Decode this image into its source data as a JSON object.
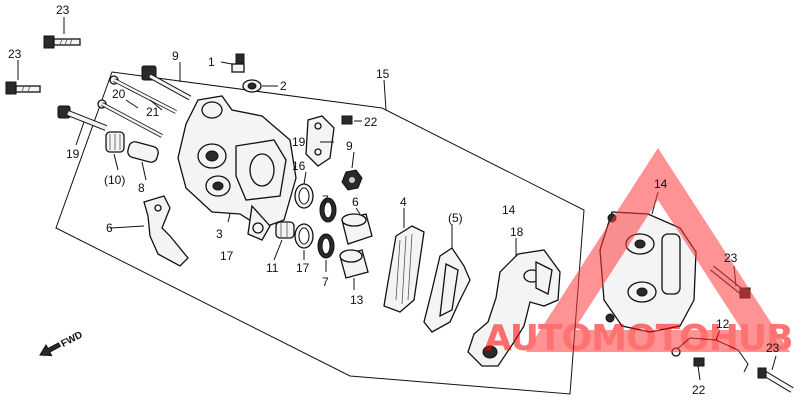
{
  "callouts": [
    {
      "id": "c1",
      "text": "1"
    },
    {
      "id": "c2",
      "text": "2"
    },
    {
      "id": "c3",
      "text": "3"
    },
    {
      "id": "c4",
      "text": "4"
    },
    {
      "id": "c5",
      "text": "(5)"
    },
    {
      "id": "c6a",
      "text": "6"
    },
    {
      "id": "c6b",
      "text": "6"
    },
    {
      "id": "c7a",
      "text": "7"
    },
    {
      "id": "c7b",
      "text": "7"
    },
    {
      "id": "c8",
      "text": "8"
    },
    {
      "id": "c9a",
      "text": "9"
    },
    {
      "id": "c9b",
      "text": "9"
    },
    {
      "id": "c10",
      "text": "(10)"
    },
    {
      "id": "c11",
      "text": "11"
    },
    {
      "id": "c12",
      "text": "12"
    },
    {
      "id": "c13",
      "text": "13"
    },
    {
      "id": "c14a",
      "text": "14"
    },
    {
      "id": "c14b",
      "text": "14"
    },
    {
      "id": "c15",
      "text": "15"
    },
    {
      "id": "c16",
      "text": "16"
    },
    {
      "id": "c17a",
      "text": "17"
    },
    {
      "id": "c17b",
      "text": "17"
    },
    {
      "id": "c18",
      "text": "18"
    },
    {
      "id": "c19a",
      "text": "19"
    },
    {
      "id": "c19b",
      "text": "19"
    },
    {
      "id": "c20",
      "text": "20"
    },
    {
      "id": "c21",
      "text": "21"
    },
    {
      "id": "c22a",
      "text": "22"
    },
    {
      "id": "c22b",
      "text": "22"
    },
    {
      "id": "c23a",
      "text": "23"
    },
    {
      "id": "c23b",
      "text": "23"
    },
    {
      "id": "c23c",
      "text": "23"
    },
    {
      "id": "c23d",
      "text": "23"
    }
  ],
  "direction_label": "FWD",
  "watermark": {
    "text": "AUTOMOTOHUB",
    "color": "#ff0000"
  }
}
